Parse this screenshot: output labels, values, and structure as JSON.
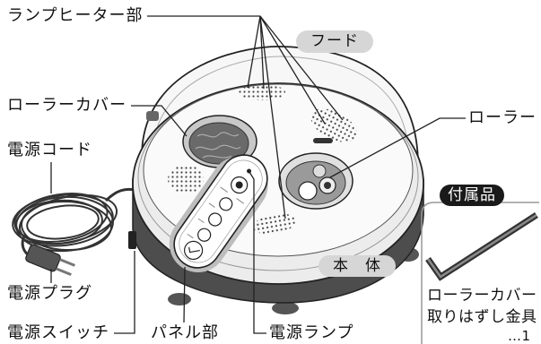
{
  "labels": {
    "lamp_heater": "ランプヒーター部",
    "hood": "フード",
    "roller_cover": "ローラーカバー",
    "roller": "ローラー",
    "power_cord": "電源コード",
    "main_body": "本　体",
    "power_plug": "電源プラグ",
    "power_switch": "電源スイッチ",
    "panel": "パネル部",
    "power_lamp": "電源ランプ"
  },
  "accessories": {
    "heading": "付属品",
    "item_line1": "ローラーカバー",
    "item_line2": "取りはずし金具",
    "quantity": "…1"
  },
  "colors": {
    "label_text": "#111111",
    "pill_gray": "#d6d6d6",
    "pill_black": "#1a1a1a",
    "body_dark": "#4d4d4d"
  }
}
